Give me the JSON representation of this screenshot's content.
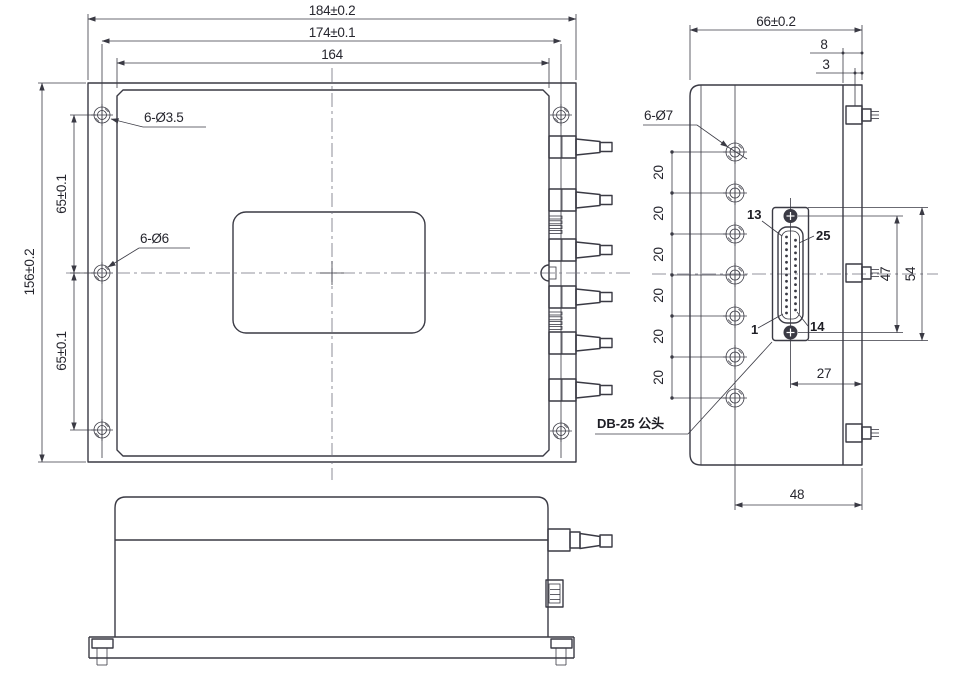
{
  "drawing": {
    "top_view": {
      "dims": {
        "width_outer": "184±0.2",
        "width_holes": "174±0.1",
        "width_lid": "164",
        "height_outer": "156±0.2",
        "hole_spacing_top": "65±0.1",
        "hole_spacing_bottom": "65±0.1"
      },
      "callouts": {
        "lid_screws": "6-Ø3.5",
        "base_holes": "6-Ø6"
      }
    },
    "side_view": {
      "dims": {
        "depth": "66±0.2",
        "offset_a": "8",
        "offset_b": "3",
        "port_spacing": [
          "20",
          "20",
          "20",
          "20",
          "20",
          "20"
        ],
        "screw_span": "47",
        "flange_height": "54",
        "connector_offset": "27",
        "base_width": "48"
      },
      "callouts": {
        "port_holes": "6-Ø7",
        "connector": "DB-25 公头"
      },
      "db25": {
        "pin_top_left": "13",
        "pin_top_right": "25",
        "pin_bottom_left": "1",
        "pin_bottom_right": "14"
      }
    }
  }
}
